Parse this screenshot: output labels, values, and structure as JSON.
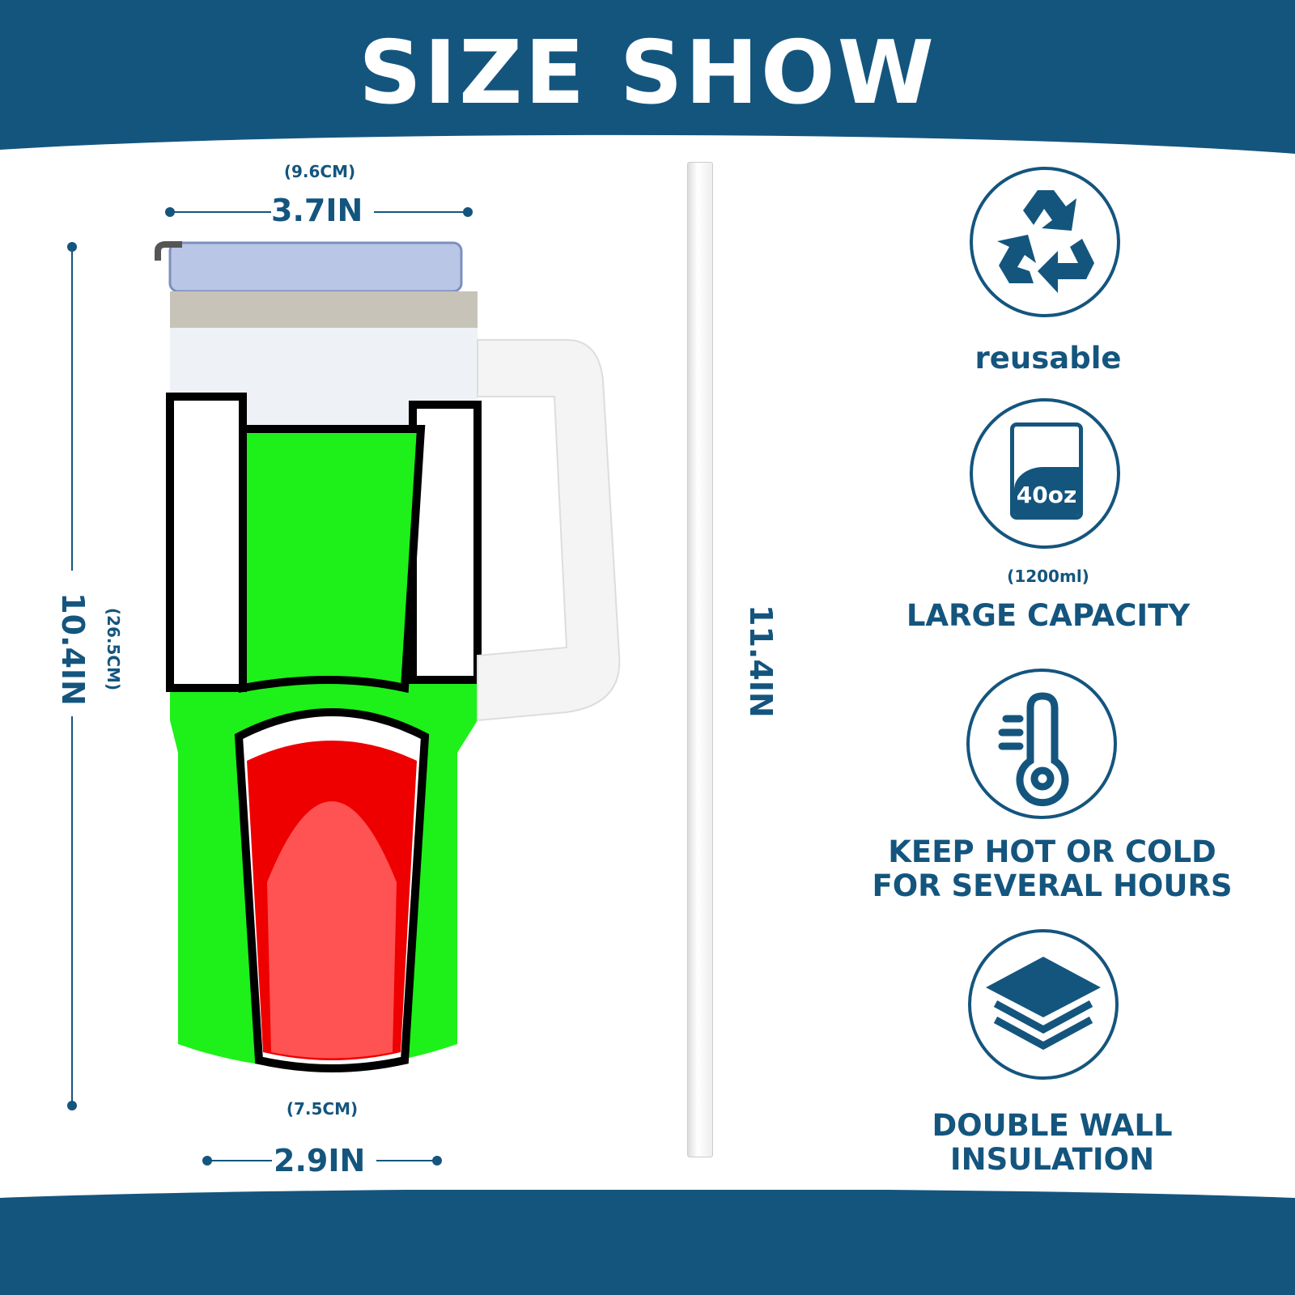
{
  "header": {
    "title": "SIZE SHOW"
  },
  "dimensions": {
    "top_width_cm": "(9.6CM)",
    "top_width_in": "3.7IN",
    "height_in": "10.4IN",
    "height_cm": "(26.5CM)",
    "straw_in": "11.4IN",
    "bottom_width_cm": "(7.5CM)",
    "bottom_width_in": "2.9IN"
  },
  "features": [
    {
      "icon": "recycle-icon",
      "label": "reusable"
    },
    {
      "icon": "cup-capacity-icon",
      "icon_text": "40oz",
      "sublabel": "(1200ml)",
      "label": "LARGE CAPACITY"
    },
    {
      "icon": "thermometer-icon",
      "label_line1": "KEEP HOT OR COLD",
      "label_line2": "FOR SEVERAL HOURS"
    },
    {
      "icon": "layers-icon",
      "label_line1": "DOUBLE WALL",
      "label_line2": "INSULATION"
    }
  ],
  "colors": {
    "brand": "#14557e",
    "green": "#1ef01a",
    "red": "#ee0000"
  }
}
